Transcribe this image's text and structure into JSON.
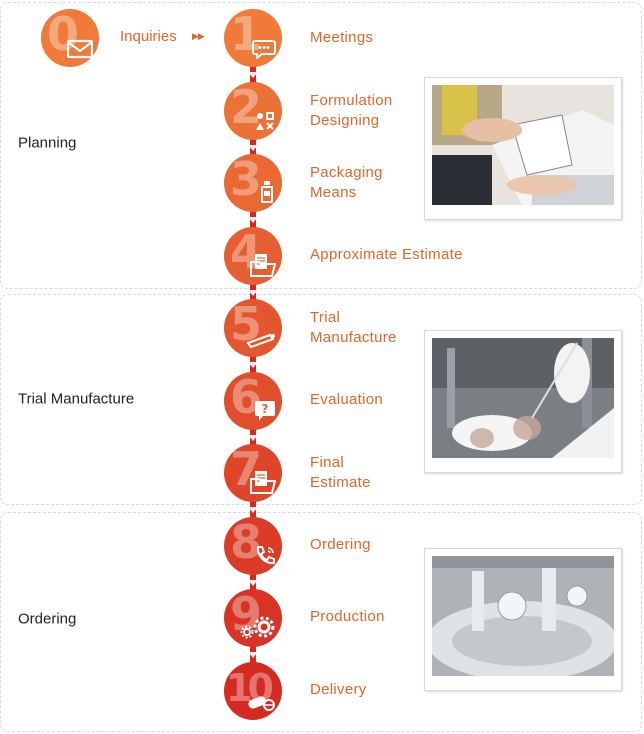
{
  "sections": [
    {
      "label": "Planning"
    },
    {
      "label": "Trial Manufacture"
    },
    {
      "label": "Ordering"
    }
  ],
  "inquiry": {
    "number": "0",
    "label": "Inquiries",
    "arrows": "▶▶",
    "icon": "envelope-icon"
  },
  "steps": [
    {
      "number": "1",
      "lines": [
        "Meetings"
      ],
      "icon": "speech-bubble-icon"
    },
    {
      "number": "2",
      "lines": [
        "Formulation",
        "Designing"
      ],
      "icon": "shapes-icon"
    },
    {
      "number": "3",
      "lines": [
        "Packaging",
        "Means"
      ],
      "icon": "bottle-icon"
    },
    {
      "number": "4",
      "lines": [
        "Approximate Estimate"
      ],
      "icon": "folder-document-icon"
    },
    {
      "number": "5",
      "lines": [
        "Trial",
        "Manufacture"
      ],
      "icon": "test-tube-icon"
    },
    {
      "number": "6",
      "lines": [
        "Evaluation"
      ],
      "icon": "question-bubble-icon"
    },
    {
      "number": "7",
      "lines": [
        "Final",
        "Estimate"
      ],
      "icon": "folder-document-icon"
    },
    {
      "number": "8",
      "lines": [
        "Ordering"
      ],
      "icon": "telephone-icon"
    },
    {
      "number": "9",
      "lines": [
        "Production"
      ],
      "icon": "gears-icon"
    },
    {
      "number": "10",
      "lines": [
        "Delivery"
      ],
      "icon": "capsule-icon"
    }
  ],
  "colors": {
    "accent_text": "#e0662a",
    "timeline": "#d52a21",
    "circle_light": "#ef7a3a",
    "circle_dark": "#d52a21"
  }
}
